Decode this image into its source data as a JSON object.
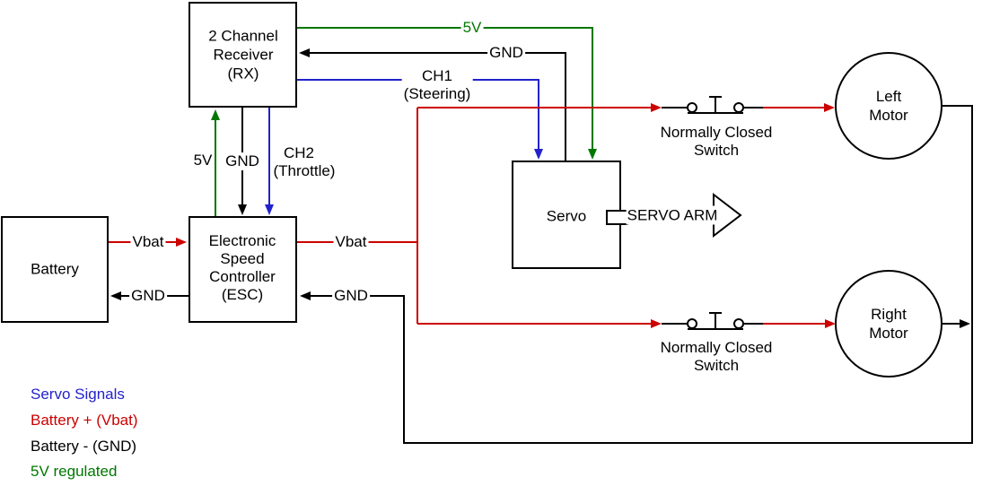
{
  "colors": {
    "servo_signal": "#2222CC",
    "battery_plus": "#CC0000",
    "battery_minus": "#000000",
    "five_v_regulated": "#007700"
  },
  "boxes": {
    "battery": {
      "label": "Battery"
    },
    "receiver": {
      "lines": [
        "2 Channel",
        "Receiver",
        "(RX)"
      ]
    },
    "esc": {
      "lines": [
        "Electronic",
        "Speed",
        "Controller",
        "(ESC)"
      ]
    },
    "servo": {
      "label": "Servo"
    },
    "servo_arm": {
      "label": "SERVO ARM"
    },
    "left_motor": {
      "lines": [
        "Left",
        "Motor"
      ]
    },
    "right_motor": {
      "lines": [
        "Right",
        "Motor"
      ]
    }
  },
  "wire_labels": {
    "five_v_top": "5V",
    "gnd_top": "GND",
    "ch1": "CH1",
    "ch1_sub": "(Steering)",
    "five_v_left": "5V",
    "gnd_left": "GND",
    "ch2": "CH2",
    "ch2_sub": "(Throttle)",
    "vbat_battery_esc": "Vbat",
    "gnd_battery_esc": "GND",
    "vbat_esc_out": "Vbat",
    "gnd_esc_out": "GND"
  },
  "switches": {
    "top": {
      "line1": "Normally Closed",
      "line2": "Switch"
    },
    "bottom": {
      "line1": "Normally Closed",
      "line2": "Switch"
    }
  },
  "legend": {
    "items": [
      {
        "label": "Servo Signals",
        "color": "#2222CC"
      },
      {
        "label": "Battery + (Vbat)",
        "color": "#CC0000"
      },
      {
        "label": "Battery - (GND)",
        "color": "#000000"
      },
      {
        "label": "5V regulated",
        "color": "#007700"
      }
    ]
  }
}
